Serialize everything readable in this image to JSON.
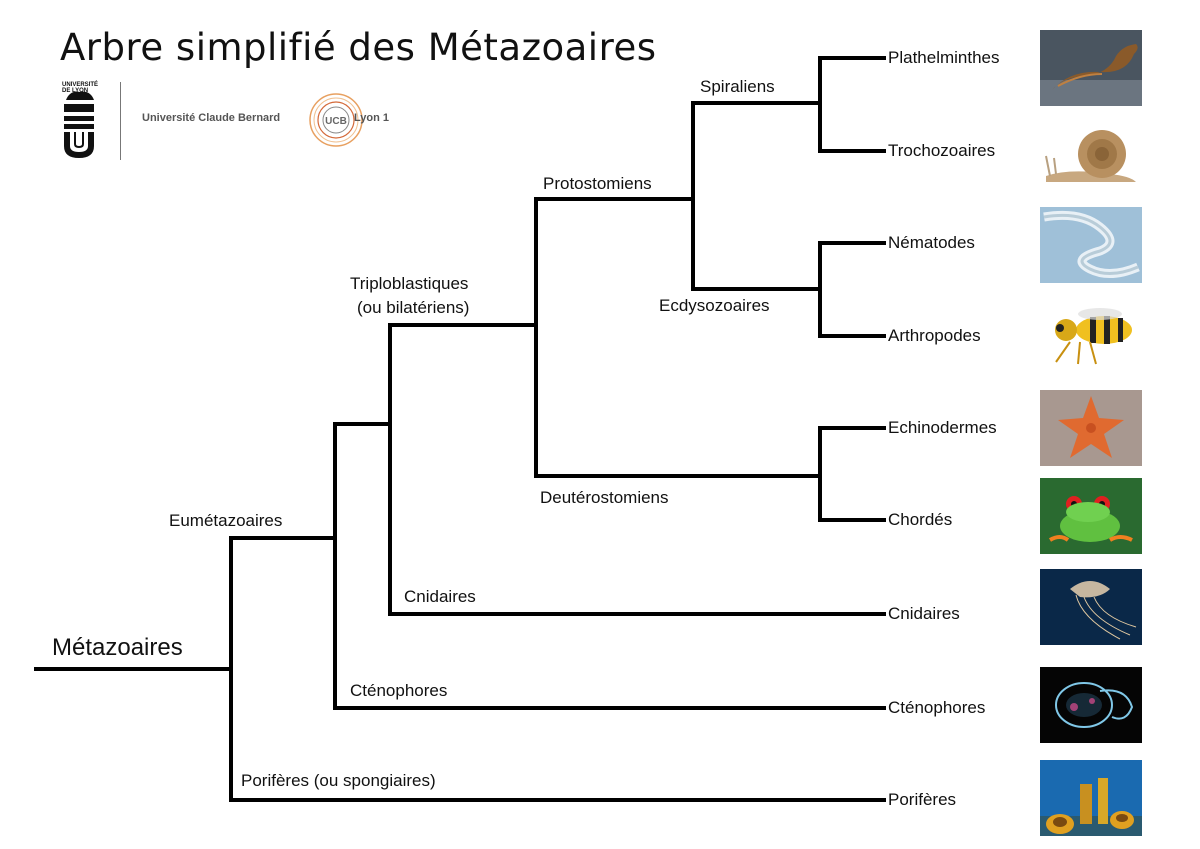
{
  "title": "Arbre simplifié des Métazoaires",
  "logo": {
    "university_small": "UNIVERSITÉ DE LYON",
    "name_left": "Université Claude Bernard",
    "name_right": "Lyon 1",
    "seal_text": "UCB"
  },
  "root_label": "Métazoaires",
  "nodes": {
    "eumetazoaires": "Eumétazoaires",
    "triploblastiques": "Triploblastiques",
    "triploblastiques_sub": "(ou bilatériens)",
    "protostomiens": "Protostomiens",
    "spiraliens": "Spiraliens",
    "ecdysozoaires": "Ecdysozoaires",
    "deuterostomiens": "Deutérostomiens",
    "cnidaires": "Cnidaires",
    "ctenophores": "Cténophores",
    "poriferes": "Porifères (ou spongiaires)"
  },
  "leaves": [
    {
      "label": "Plathelminthes",
      "icon": "flatworm-image"
    },
    {
      "label": "Trochozoaires",
      "icon": "snail-image"
    },
    {
      "label": "Nématodes",
      "icon": "nematode-image"
    },
    {
      "label": "Arthropodes",
      "icon": "wasp-image"
    },
    {
      "label": "Echinodermes",
      "icon": "starfish-image"
    },
    {
      "label": "Chordés",
      "icon": "frog-image"
    },
    {
      "label": "Cnidaires",
      "icon": "jellyfish-image"
    },
    {
      "label": "Cténophores",
      "icon": "comb-jelly-image"
    },
    {
      "label": "Porifères",
      "icon": "sponge-image"
    }
  ]
}
